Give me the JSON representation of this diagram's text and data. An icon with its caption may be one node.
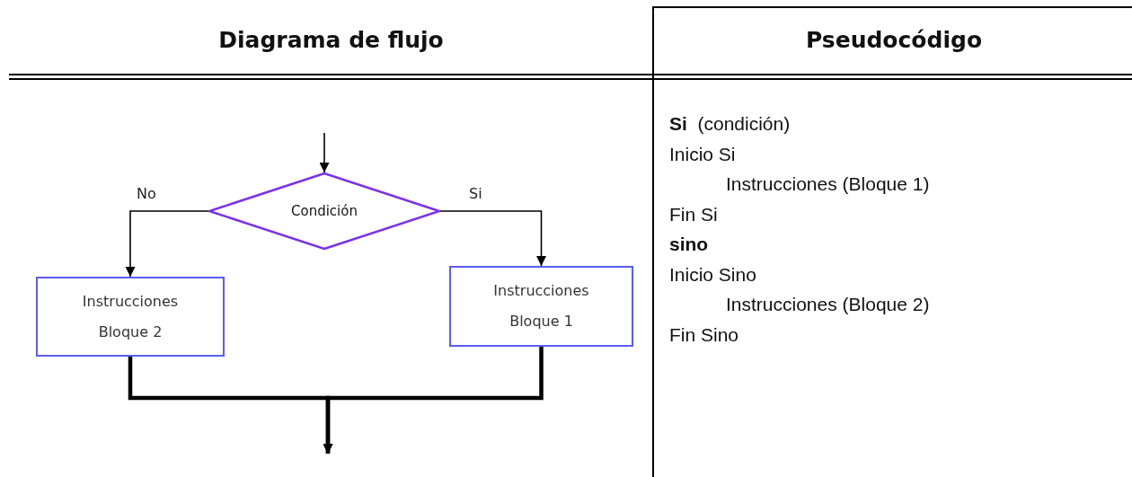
{
  "diagram": {
    "nodes": [
      {
        "text": [
          "Condición"
        ]
      },
      {
        "text": [
          "Instrucciones Bloque 2"
        ]
      },
      {
        "text": [
          "Instrucciones Bloque 1"
        ]
      }
    ],
    "edges": [
      {
        "from": null,
        "to": 0,
        "arrow": "to"
      },
      {
        "from": 0,
        "to": 1,
        "label": "No",
        "arrow": "to"
      },
      {
        "from": 0,
        "to": 2,
        "label": "Si",
        "arrow": "to"
      },
      {
        "from": 1,
        "to": null,
        "arrow": "to",
        "style": "thick"
      },
      {
        "from": 2,
        "to": null,
        "arrow": "to",
        "style": "thick"
      }
    ],
    "labels": [
      "Diagrama de flujo",
      "Pseudocódigo",
      "**Si**  (condición)",
      "Inicio Si",
      "Instrucciones (Bloque 1)",
      "Fin Si",
      "sino",
      "Inicio Sino",
      "Instrucciones (Bloque 2)",
      "Fin Sino"
    ]
  }
}
